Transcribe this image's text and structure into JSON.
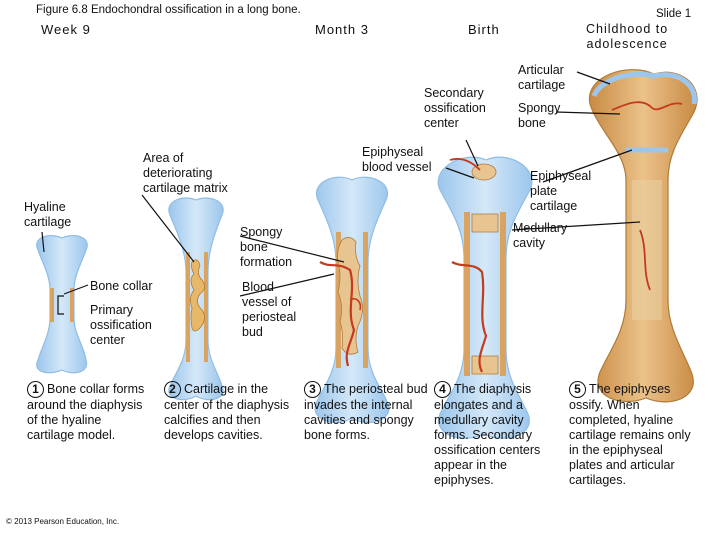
{
  "figure_title": "Figure 6.8  Endochondral ossification in a long bone.",
  "slide_label": "Slide 1",
  "stages": {
    "week9": "Week 9",
    "month3": "Month 3",
    "birth": "Birth",
    "childhood": "Childhood to\nadolescence"
  },
  "labels": {
    "hyaline_cartilage": "Hyaline\ncartilage",
    "area_deteriorating": "Area of\ndeteriorating\ncartilage matrix",
    "bone_collar": "Bone collar",
    "primary_center": "Primary\nossification\ncenter",
    "spongy_formation": "Spongy\nbone\nformation",
    "blood_vessel_bud": "Blood\nvessel of\nperiosteal\nbud",
    "epiphyseal_vessel": "Epiphyseal\nblood vessel",
    "secondary_center": "Secondary\nossification\ncenter",
    "articular_cartilage": "Articular\ncartilage",
    "spongy_bone": "Spongy\nbone",
    "epiphyseal_plate": "Epiphyseal\nplate\ncartilage",
    "medullary_cavity": "Medullary\ncavity"
  },
  "steps": [
    {
      "num": "1",
      "text": "Bone collar forms around the diaphysis of the hyaline cartilage model."
    },
    {
      "num": "2",
      "text": "Cartilage in the center of the diaphysis calcifies and then develops cavities."
    },
    {
      "num": "3",
      "text": "The periosteal bud invades the internal cavities and spongy bone forms."
    },
    {
      "num": "4",
      "text": "The diaphysis elongates and a medullary cavity forms. Secondary ossification centers appear in the epiphyses."
    },
    {
      "num": "5",
      "text": "The epiphyses ossify. When completed, hyaline cartilage remains only in the epiphyseal plates and articular cartilages."
    }
  ],
  "copyright": "© 2013 Pearson Education, Inc.",
  "colors": {
    "cartilage": "#b9d8f2",
    "cartilage_edge": "#8fbde6",
    "bone": "#d9a461",
    "spongy": "#e8c590",
    "vessel": "#c43a1e"
  }
}
